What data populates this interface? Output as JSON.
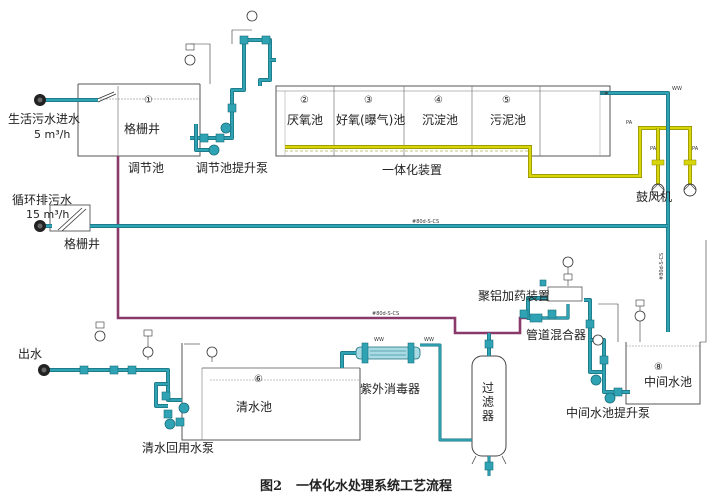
{
  "labels": {
    "domestic_inflow": "生活污水进水",
    "domestic_flow": "5 m³/h",
    "screen_well_1": "格栅井",
    "regulating_tank": "调节池",
    "regulating_pump": "调节池提升泵",
    "anoxic": "厌氧池",
    "aerobic": "好氧(曝气)池",
    "settling": "沉淀池",
    "sludge": "污泥池",
    "integrated_device": "一体化装置",
    "blower": "鼓风机",
    "recycle_inflow": "循环排污水",
    "recycle_flow": "15 m³/h",
    "screen_well_2": "格栅井",
    "pac_dosing": "聚铝加药装置",
    "pipe_mixer": "管道混合器",
    "outflow": "出水",
    "clear_tank": "清水池",
    "uv": "紫外消毒器",
    "filter": "过滤器",
    "mid_tank": "中间水池",
    "mid_pump": "中间水池提升泵",
    "clear_pump": "清水回用水泵"
  },
  "numbers": {
    "n1": "①",
    "n2": "②",
    "n3": "③",
    "n4": "④",
    "n5": "⑤",
    "n6": "⑥",
    "n8": "⑧"
  },
  "pipe_tags": {
    "pa_1": "PA",
    "pa_2": "PA",
    "pa_3": "PA",
    "ww_1": "WW",
    "ww_2": "WW",
    "ww_3": "WW",
    "line_recycle": "#80d-S-CS",
    "line_purple": "#80d-S-CS",
    "line_vertical": "#80d-S-CS"
  },
  "caption": {
    "fig_no": "图2",
    "title": "一体化水处理系统工艺流程"
  },
  "colors": {
    "water_pipe": "#2fa3b4",
    "water_pipe_edge": "#1a6f7c",
    "sewage_pipe": "#8a3a6a",
    "air_pipe": "#d8d60a",
    "air_pipe_edge": "#8c8a00",
    "tank_line": "#555555"
  }
}
